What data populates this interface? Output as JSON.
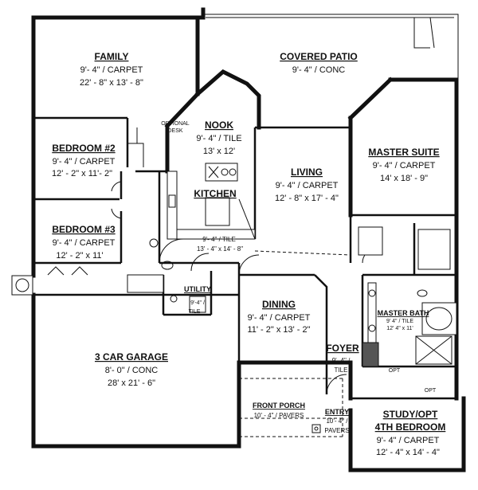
{
  "rooms": {
    "family": {
      "name": "FAMILY",
      "ceiling": "9'- 4\" / CARPET",
      "size": "22' - 8\" x 13' - 8\""
    },
    "covered_patio": {
      "name": "COVERED PATIO",
      "ceiling": "9'- 4\" / CONC"
    },
    "nook": {
      "name": "NOOK",
      "ceiling": "9'- 4\" / TILE",
      "size": "13' x  12'"
    },
    "optional_desk": {
      "line1": "OPTIONAL",
      "line2": "DESK"
    },
    "bedroom2": {
      "name": "BEDROOM #2",
      "ceiling": "9'- 4\" / CARPET",
      "size": "12' - 2\" x 11'- 2\""
    },
    "living": {
      "name": "LIVING",
      "ceiling": "9'- 4\" / CARPET",
      "size": "12' - 8\" x 17' - 4\""
    },
    "master_suite": {
      "name": "MASTER SUITE",
      "ceiling": "9'- 4\" / CARPET",
      "size": "14'  x 18' - 9\""
    },
    "kitchen": {
      "name": "KITCHEN",
      "ceiling": "9'- 4\" / TILE",
      "size": "13' - 4\" x 14' - 8\""
    },
    "bedroom3": {
      "name": "BEDROOM #3",
      "ceiling": "9'- 4\" / CARPET",
      "size": "12' - 2\" x 11'"
    },
    "utility": {
      "name": "UTILITY",
      "ceiling": "9'-4\" /",
      "floor": "TILE"
    },
    "master_bath": {
      "name": "MASTER BATH",
      "ceiling": "9' 4\" / TILE",
      "size": "12' 4\" x 11'"
    },
    "dining": {
      "name": "DINING",
      "ceiling": "9'- 4\" / CARPET",
      "size": "11' - 2\" x 13' - 2\""
    },
    "garage": {
      "name": "3 CAR GARAGE",
      "ceiling": "8'- 0\" / CONC",
      "size": "28'  x  21' - 6\""
    },
    "foyer": {
      "name": "FOYER",
      "ceiling": "9'- 4\" /",
      "floor": "TILE"
    },
    "front_porch": {
      "name": "FRONT PORCH",
      "ceiling": "10' - 4\" / PAVERS"
    },
    "entry": {
      "name": "ENTRY",
      "ceiling": "10'- 4\" /",
      "floor": "PAVERS"
    },
    "study": {
      "name": "STUDY/OPT",
      "name2": "4TH BEDROOM",
      "ceiling": "9'- 4\" / CARPET",
      "size": "12' - 4\" x 14' - 4\""
    }
  },
  "closet_labels": {
    "left": "OPT",
    "right": "OPT"
  }
}
